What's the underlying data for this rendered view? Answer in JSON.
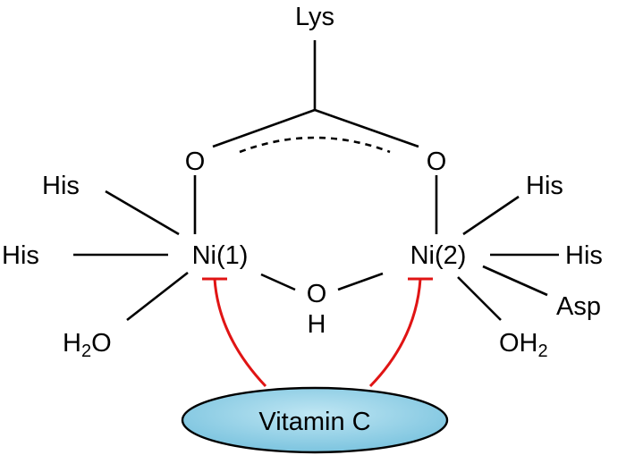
{
  "diagram": {
    "top_group": "Lys",
    "oxygen_left": "O",
    "oxygen_right": "O",
    "metal_1": "Ni(1)",
    "metal_2": "Ni(2)",
    "bridge_o": "O",
    "bridge_h": "H",
    "ni1_ligands": {
      "his_upper": "His",
      "his_left": "His",
      "water_h": "H",
      "water_sub": "2",
      "water_o": "O"
    },
    "ni2_ligands": {
      "his_upper": "His",
      "his_right": "His",
      "asp": "Asp",
      "water_oh": "OH",
      "water_sub": "2"
    },
    "inhibitor": "Vitamin C",
    "colors": {
      "inhibitor_arrows": "#e01414",
      "ellipse_fill": "#8fcfe6",
      "ellipse_stroke": "#000000"
    }
  }
}
